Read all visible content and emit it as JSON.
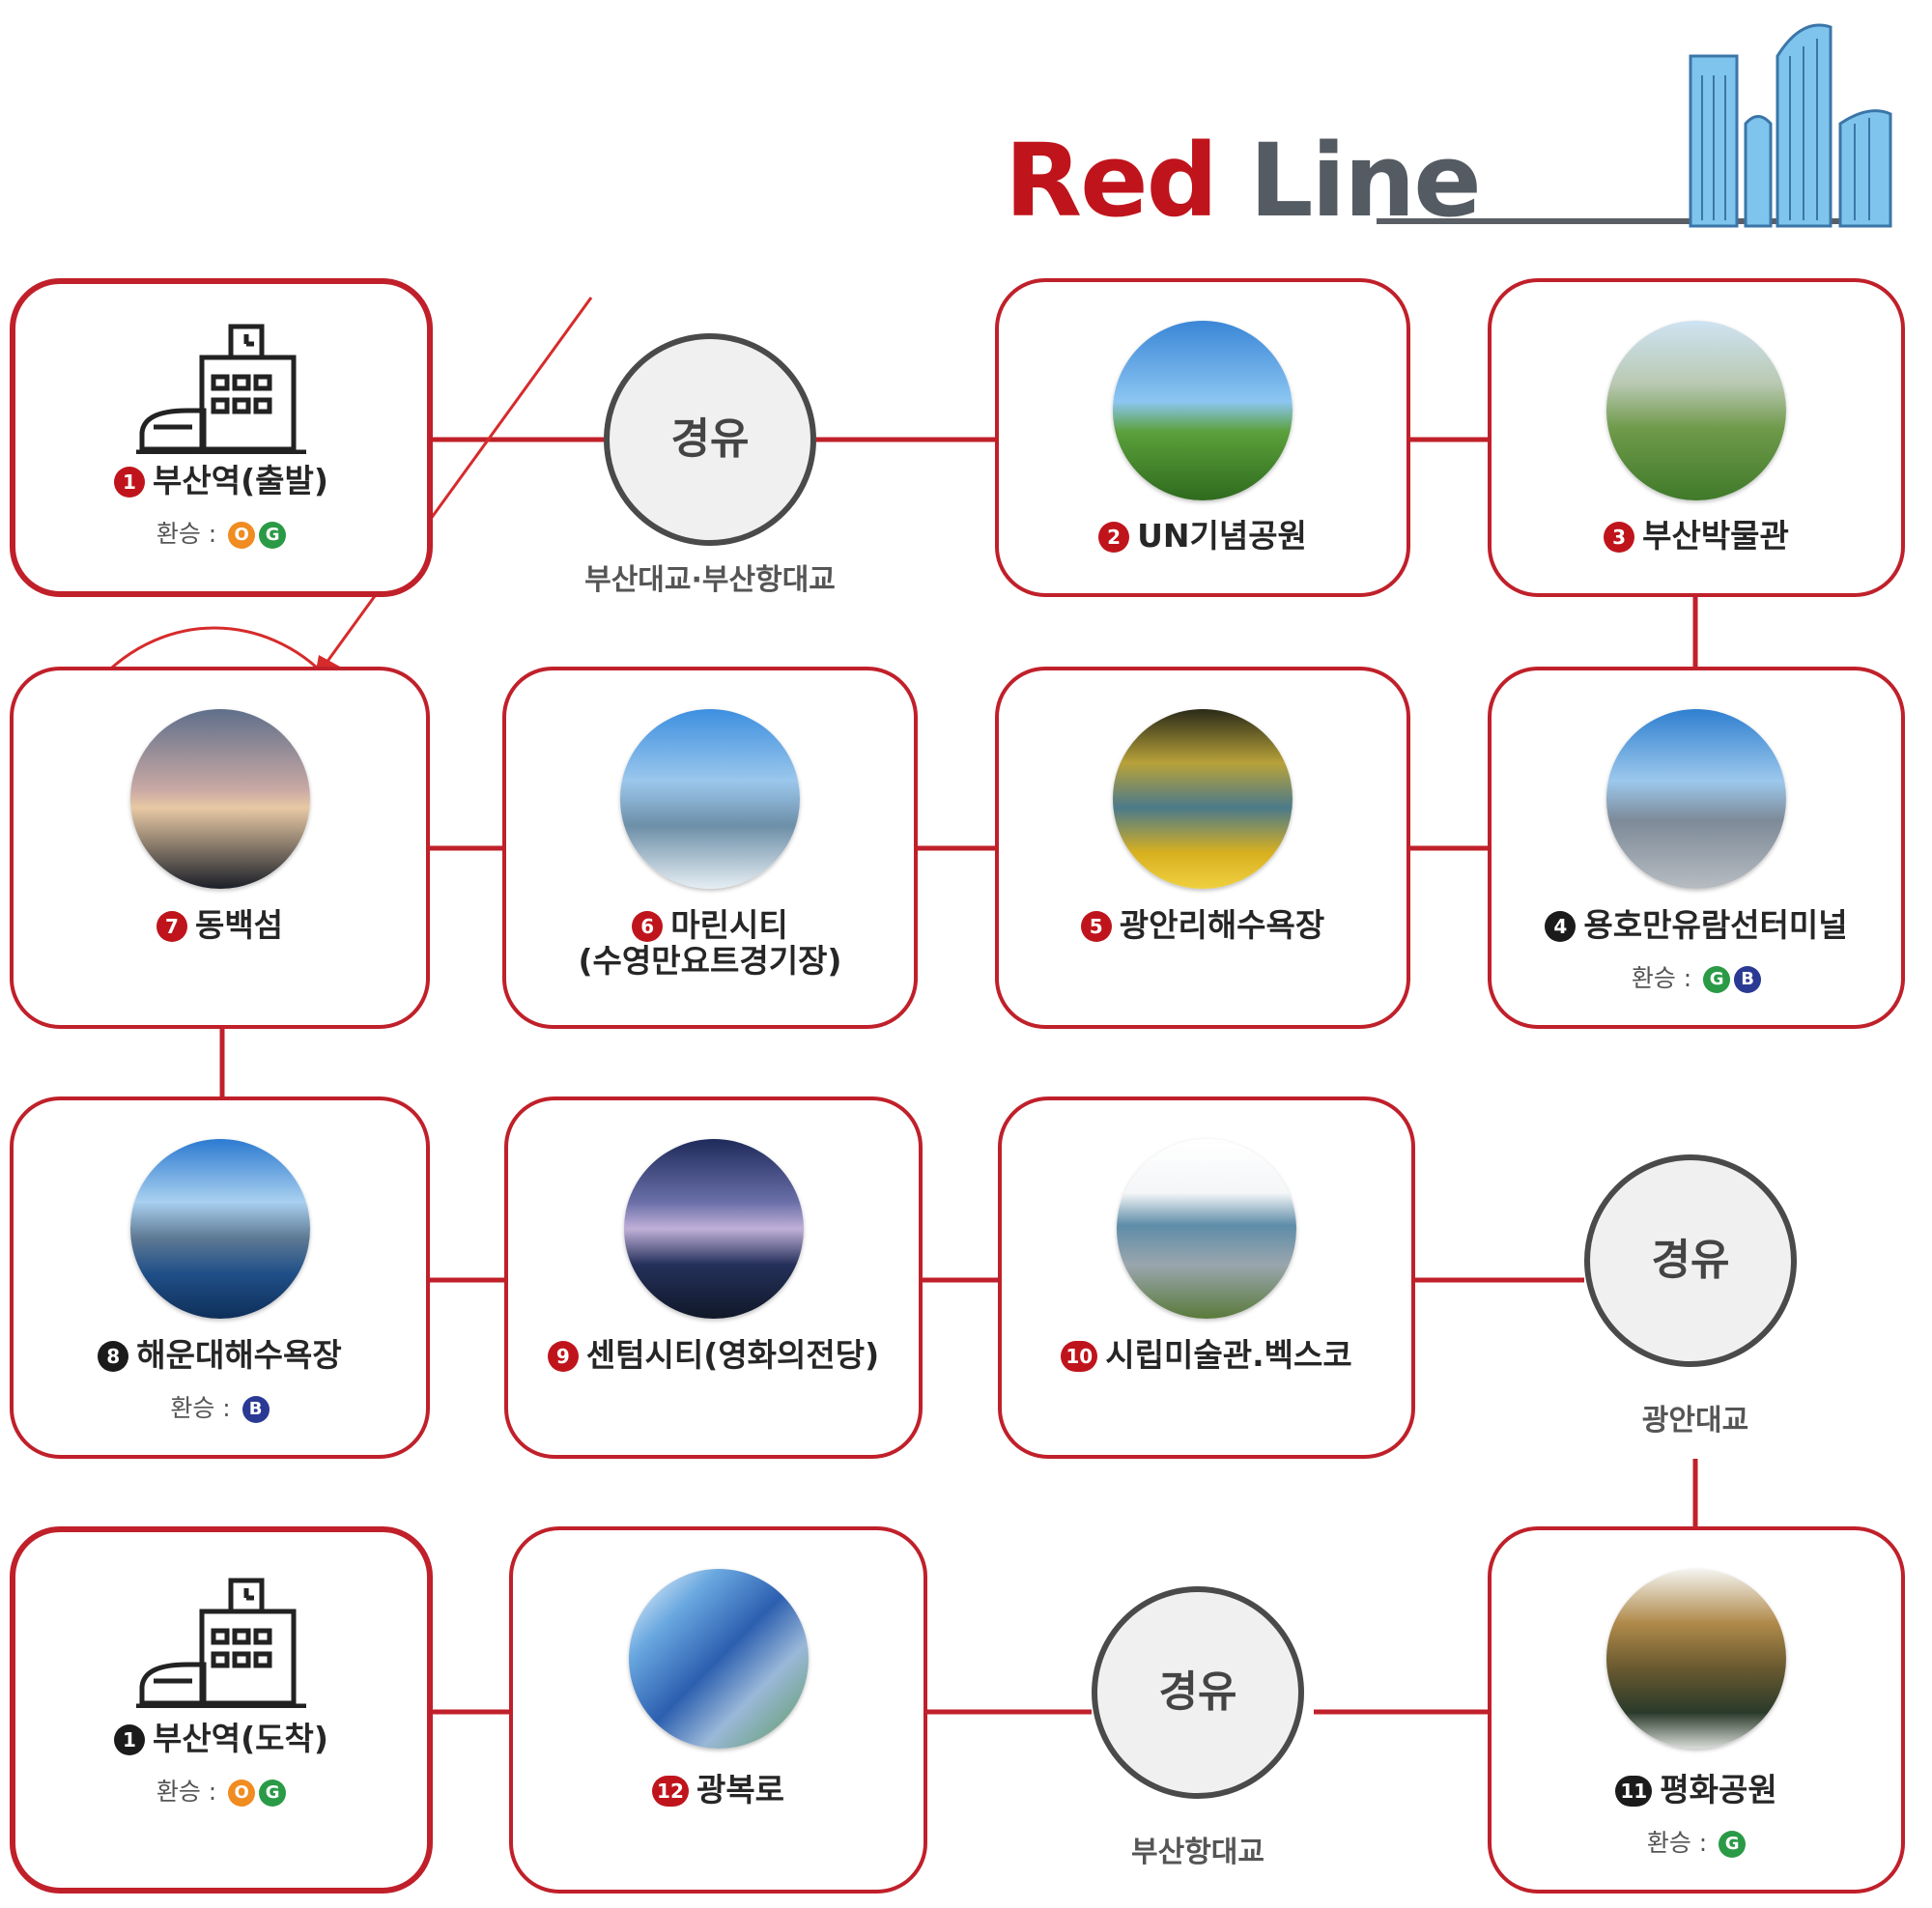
{
  "title": {
    "red": "Red",
    "rest": "Line"
  },
  "colors": {
    "line": "#c0202a",
    "accent": "#c0141c",
    "transfer_O": "#f08c20",
    "transfer_G": "#2a9a46",
    "transfer_B": "#2a3a94"
  },
  "stations": [
    {
      "num": "1",
      "name": "부산역(출발)",
      "transfer_label": "환승 :",
      "transfers": [
        "O",
        "G"
      ],
      "icon": "train-station-icon"
    },
    {
      "num": "2",
      "name": "UN기념공원"
    },
    {
      "num": "3",
      "name": "부산박물관"
    },
    {
      "num": "4",
      "name": "용호만유람선터미널",
      "transfer_label": "환승 :",
      "transfers": [
        "G",
        "B"
      ]
    },
    {
      "num": "5",
      "name": "광안리해수욕장"
    },
    {
      "num": "6",
      "name": "마린시티",
      "name2": "(수영만요트경기장)"
    },
    {
      "num": "7",
      "name": "동백섬"
    },
    {
      "num": "8",
      "name": "해운대해수욕장",
      "transfer_label": "환승 :",
      "transfers": [
        "B"
      ]
    },
    {
      "num": "9",
      "name": "센텀시티(영화의전당)"
    },
    {
      "num": "10",
      "name": "시립미술관.벡스코"
    },
    {
      "num": "11",
      "name": "평화공원",
      "transfer_label": "환승 :",
      "transfers": [
        "G"
      ]
    },
    {
      "num": "12",
      "name": "광복로"
    },
    {
      "num": "1",
      "name": "부산역(도착)",
      "transfer_label": "환승 :",
      "transfers": [
        "O",
        "G"
      ],
      "icon": "train-station-icon"
    }
  ],
  "via": [
    {
      "label": "경유",
      "sub": "부산대교·부산항대교"
    },
    {
      "label": "경유",
      "sub": "광안대교"
    },
    {
      "label": "경유",
      "sub": "부산항대교"
    }
  ]
}
